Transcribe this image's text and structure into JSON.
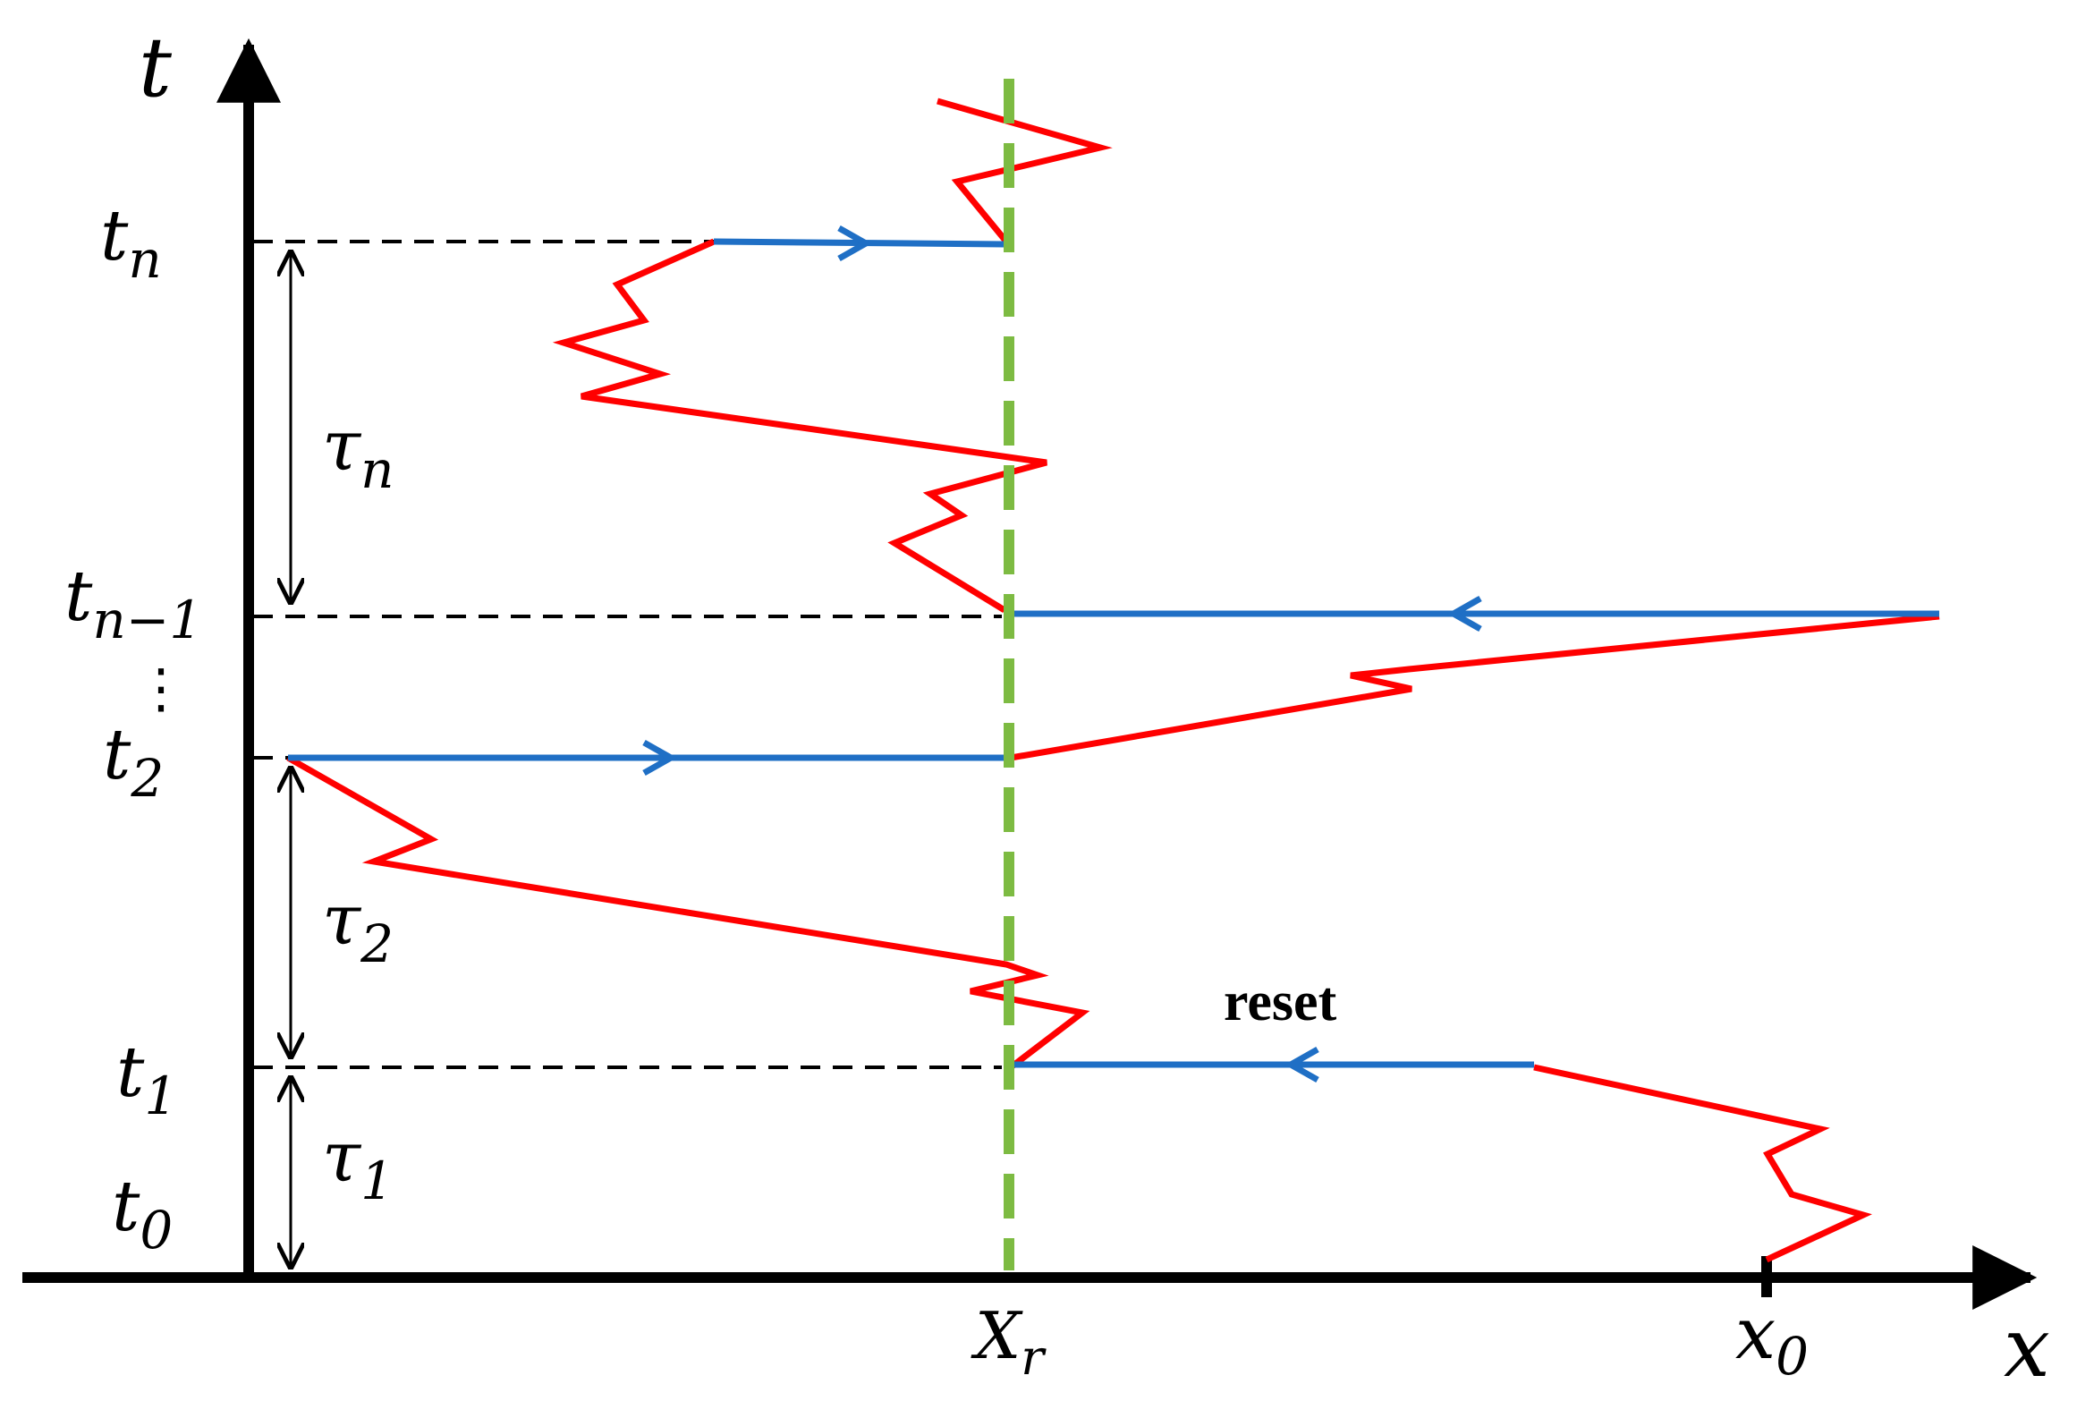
{
  "axes": {
    "t_label": "t",
    "x_label": "x"
  },
  "time_labels": {
    "t_n": {
      "base": "t",
      "sub": "n"
    },
    "t_n_minus_1": {
      "base": "t",
      "sub": "n−1"
    },
    "dots": "⋮",
    "t_2": {
      "base": "t",
      "sub": "2"
    },
    "t_1": {
      "base": "t",
      "sub": "1"
    },
    "t_0": {
      "base": "t",
      "sub": "0"
    }
  },
  "interval_labels": {
    "tau_n": {
      "base": "τ",
      "sub": "n"
    },
    "tau_2": {
      "base": "τ",
      "sub": "2"
    },
    "tau_1": {
      "base": "τ",
      "sub": "1"
    }
  },
  "x_ticks": {
    "X_r": {
      "base": "X",
      "sub": "r"
    },
    "x_0": {
      "base": "x",
      "sub": "0"
    }
  },
  "annotation": {
    "reset": "reset"
  },
  "colors": {
    "trajectory": "#ff0000",
    "reset_path": "#1f6fc5",
    "reset_line": "#7dbb42",
    "axis": "#000000"
  }
}
